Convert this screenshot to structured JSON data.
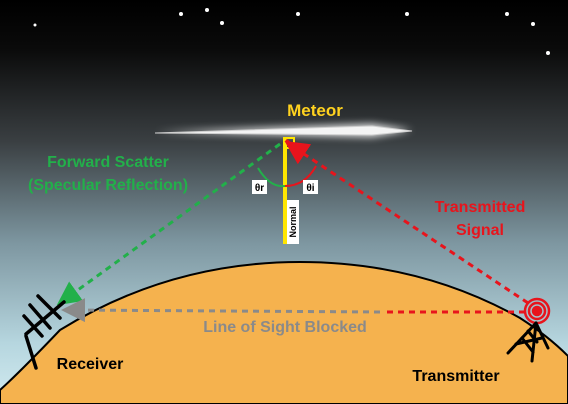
{
  "labels": {
    "meteor": "Meteor",
    "forward_scatter_line1": "Forward Scatter",
    "forward_scatter_line2": "(Specular Reflection)",
    "transmitted_line1": "Transmitted",
    "transmitted_line2": "Signal",
    "line_of_sight": "Line of Sight Blocked",
    "receiver": "Receiver",
    "transmitter": "Transmitter",
    "normal": "Normal",
    "theta_r": "θr",
    "theta_i": "θi"
  },
  "colors": {
    "forward_scatter": "#22b04a",
    "transmitted_signal": "#e8141c",
    "line_of_sight": "#8a8a8a",
    "meteor_label": "#ffd21f",
    "normal_line": "#ffe600",
    "earth": "#f5b24e",
    "sky_top": "#000000",
    "sky_bottom": "#cfe6ec"
  },
  "icons": {
    "receiver": "yagi-antenna-icon",
    "transmitter": "radio-tower-icon",
    "signal": "broadcast-rings-icon",
    "meteor": "meteor-streak-icon"
  }
}
